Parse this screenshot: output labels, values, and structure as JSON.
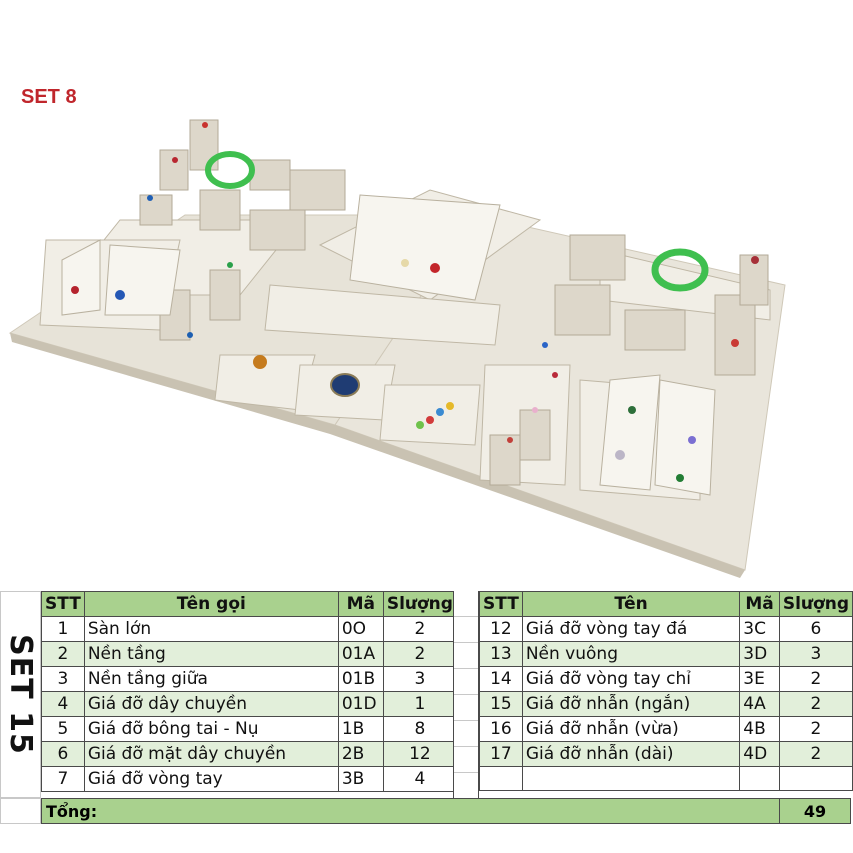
{
  "photo_title": "SET 8",
  "side_label": "SET 15",
  "left_table": {
    "headers": [
      "STT",
      "Tên gọi",
      "Mã",
      "Slượng"
    ],
    "rows": [
      [
        "1",
        "Sàn lớn",
        "0O",
        "2"
      ],
      [
        "2",
        "Nền tầng",
        "01A",
        "2"
      ],
      [
        "3",
        "Nền tầng giữa",
        "01B",
        "3"
      ],
      [
        "4",
        "Giá đỡ dây chuyền",
        "01D",
        "1"
      ],
      [
        "5",
        "Giá đỡ bông tai - Nụ",
        "1B",
        "8"
      ],
      [
        "6",
        "Giá đỡ mặt dây chuyền",
        "2B",
        "12"
      ],
      [
        "7",
        "Giá đỡ vòng tay",
        "3B",
        "4"
      ]
    ]
  },
  "right_table": {
    "headers": [
      "STT",
      "Tên",
      "Mã",
      "Slượng"
    ],
    "rows": [
      [
        "12",
        "Giá đỡ vòng tay đá",
        "3C",
        "6"
      ],
      [
        "13",
        "Nền vuông",
        "3D",
        "3"
      ],
      [
        "14",
        "Giá đỡ vòng tay chỉ",
        "3E",
        "2"
      ],
      [
        "15",
        "Giá đỡ nhẫn (ngắn)",
        "4A",
        "2"
      ],
      [
        "16",
        "Giá đỡ nhẫn (vừa)",
        "4B",
        "2"
      ],
      [
        "17",
        "Giá đỡ nhẫn (dài)",
        "4D",
        "2"
      ],
      [
        "",
        "",
        "",
        ""
      ]
    ]
  },
  "total": {
    "label": "Tổng:",
    "value": "49"
  },
  "colors": {
    "header_green": "#a9d18e",
    "alt_row_green": "#e2efda",
    "title_red": "#c0262c",
    "display_cream": "#ebe7dd",
    "display_shadow": "#c9c2b2"
  }
}
